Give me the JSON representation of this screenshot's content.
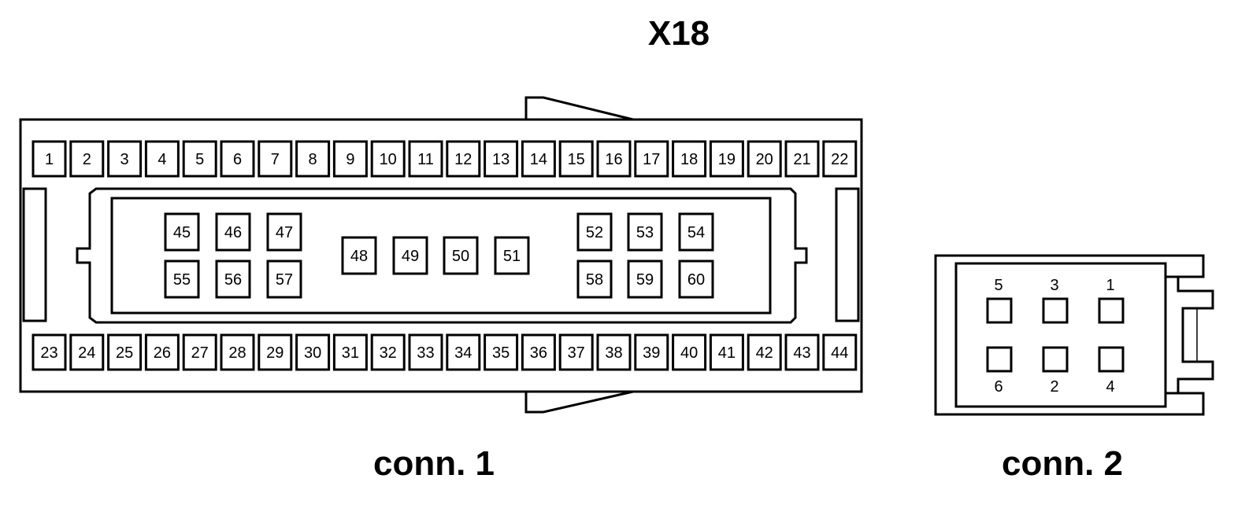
{
  "title": "X18",
  "connector1": {
    "label": "conn. 1",
    "top_row": [
      "1",
      "2",
      "3",
      "4",
      "5",
      "6",
      "7",
      "8",
      "9",
      "10",
      "11",
      "12",
      "13",
      "14",
      "15",
      "16",
      "17",
      "18",
      "19",
      "20",
      "21",
      "22"
    ],
    "bottom_row": [
      "23",
      "24",
      "25",
      "26",
      "27",
      "28",
      "29",
      "30",
      "31",
      "32",
      "33",
      "34",
      "35",
      "36",
      "37",
      "38",
      "39",
      "40",
      "41",
      "42",
      "43",
      "44"
    ],
    "inner_left_top": [
      "45",
      "46",
      "47"
    ],
    "inner_left_bottom": [
      "55",
      "56",
      "57"
    ],
    "inner_middle": [
      "48",
      "49",
      "50",
      "51"
    ],
    "inner_right_top": [
      "52",
      "53",
      "54"
    ],
    "inner_right_bottom": [
      "58",
      "59",
      "60"
    ]
  },
  "connector2": {
    "label": "conn. 2",
    "top_labels": [
      "5",
      "3",
      "1"
    ],
    "bottom_labels": [
      "6",
      "2",
      "4"
    ]
  }
}
